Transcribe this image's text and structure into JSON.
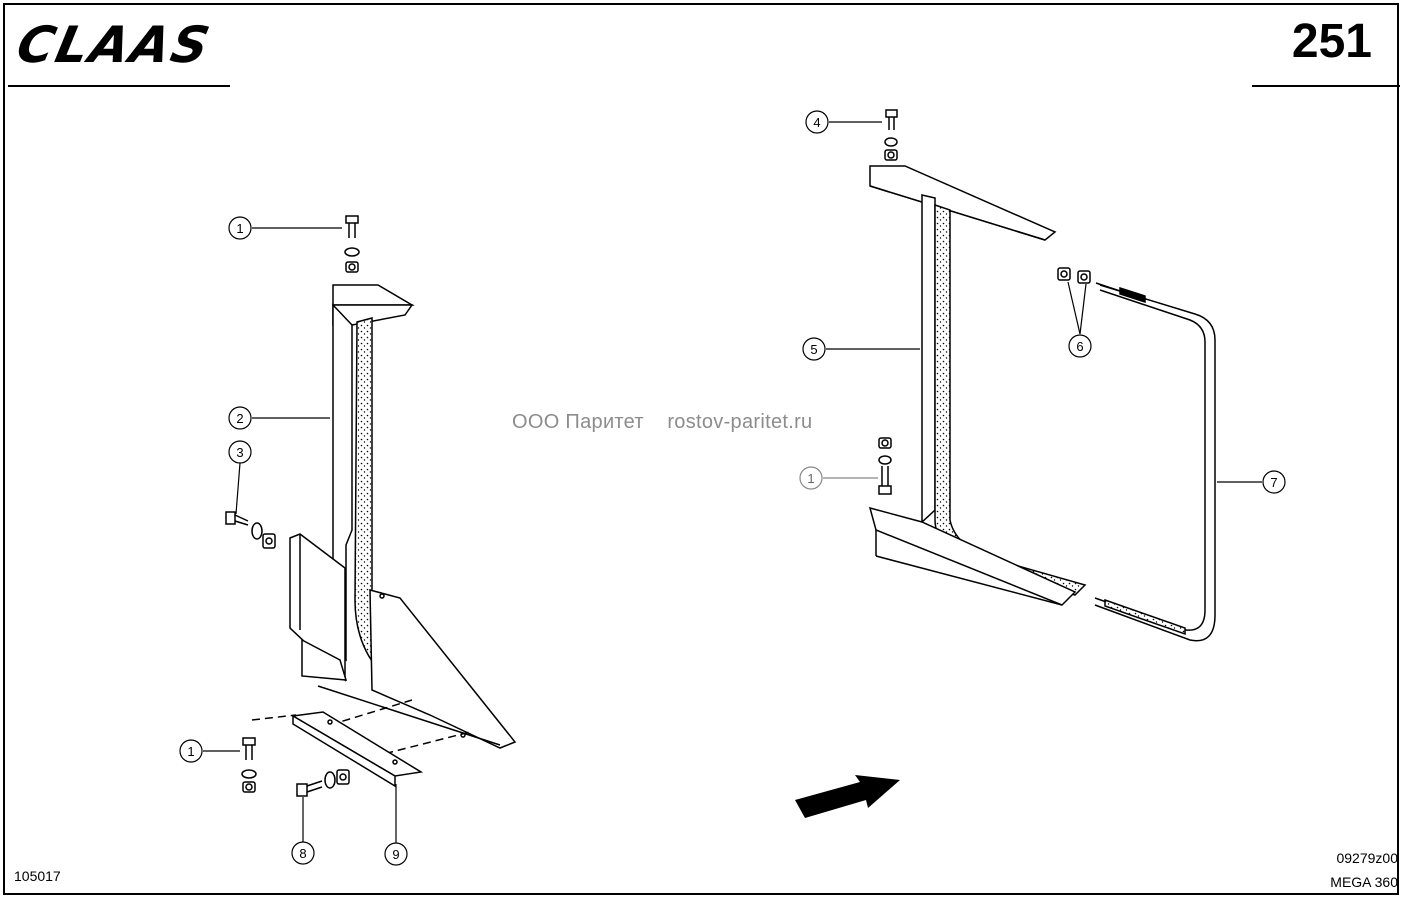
{
  "header": {
    "brand": "CLAAS",
    "page_number": "251"
  },
  "watermark": {
    "company": "ООО Паритет",
    "site": "rostov-paritet.ru"
  },
  "footer": {
    "left_code": "105017",
    "right_code": "09279z00",
    "model": "MEGA 360"
  },
  "callouts": {
    "left_top_bolt": "1",
    "left_bracket": "2",
    "left_side_bolt": "3",
    "left_bottom_bolt": "1",
    "left_bottom_screw": "8",
    "left_bottom_angle": "9",
    "right_top_bolt": "4",
    "right_frame": "5",
    "right_nuts": "6",
    "right_bolt": "1",
    "right_seal": "7"
  }
}
